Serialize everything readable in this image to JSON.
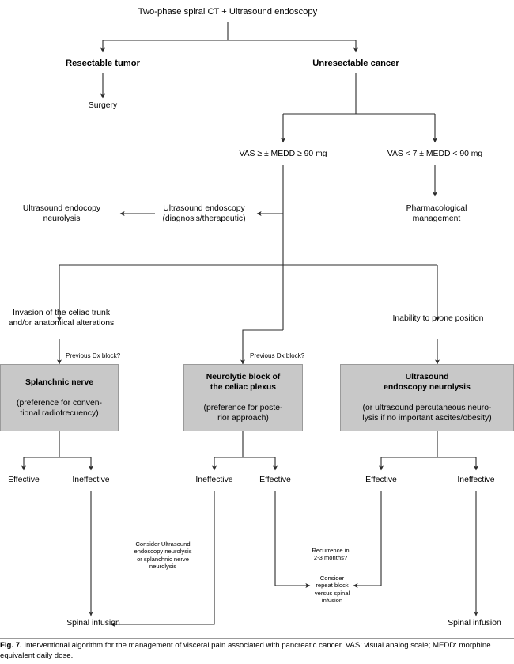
{
  "figure": {
    "label": "Fig. 7.",
    "caption": "Interventional algorithm for the management of visceral pain associated with pancreatic cancer. VAS: visual analog scale; MEDD: morphine equivalent daily dose."
  },
  "nodes": {
    "root": "Two-phase spiral CT + Ultrasound endoscopy",
    "resectable": "Resectable tumor",
    "unresectable": "Unresectable cancer",
    "surgery": "Surgery",
    "vas_high": "VAS ≥ ± MEDD ≥ 90 mg",
    "vas_low": "VAS < 7 ± MEDD < 90 mg",
    "us_endoscopy": "Ultrasound endoscopy\n(diagnosis/therapeutic)",
    "us_endocopy_neurolysis": "Ultrasound endocopy\nneurolysis",
    "pharmacological": "Pharmacological\nmanagement",
    "invasion": "Invasion of the celiac trunk\nand/or anatomical alterations",
    "inability": "Inability to prone position",
    "prev_dx_left": "Previous Dx block?",
    "prev_dx_mid": "Previous Dx block?",
    "spinal_left": "Spinal infusion",
    "spinal_right": "Spinal infusion"
  },
  "boxes": [
    {
      "name": "splanchnic-nerve-box",
      "heading": "Splanchnic nerve",
      "detail": "(preference for conven-\ntional radiofrecuency)"
    },
    {
      "name": "neurolytic-block-box",
      "heading": "Neurolytic block of\nthe celiac plexus",
      "detail": "(preference for poste-\nrior approach)"
    },
    {
      "name": "ultrasound-endoscopy-neurolysis-box",
      "heading": "Ultrasound\nendoscopy neurolysis",
      "detail": "(or ultrasound percutaneous neuro-\nlysis if no important ascites/obesity)"
    }
  ],
  "outcomes": {
    "b1_left": "Effective",
    "b1_right": "Ineffective",
    "b2_left": "Ineffective",
    "b2_right": "Effective",
    "b3_left": "Effective",
    "b3_right": "Ineffective"
  },
  "annotations": {
    "consider_us": "Consider Ultrasound\nendoscopy neurolysis\nor splanchnic nerve\nneurolysis",
    "recurrence": "Recurrence in\n2-3 months?",
    "consider_repeat": "Consider\nrepeat block\nversus spinal\ninfusion"
  },
  "colors": {
    "box_fill": "#c8c8c8",
    "box_border": "#9a9a9a",
    "line": "#2b2b2b",
    "text": "#000000",
    "rule": "#9b9b9b"
  }
}
